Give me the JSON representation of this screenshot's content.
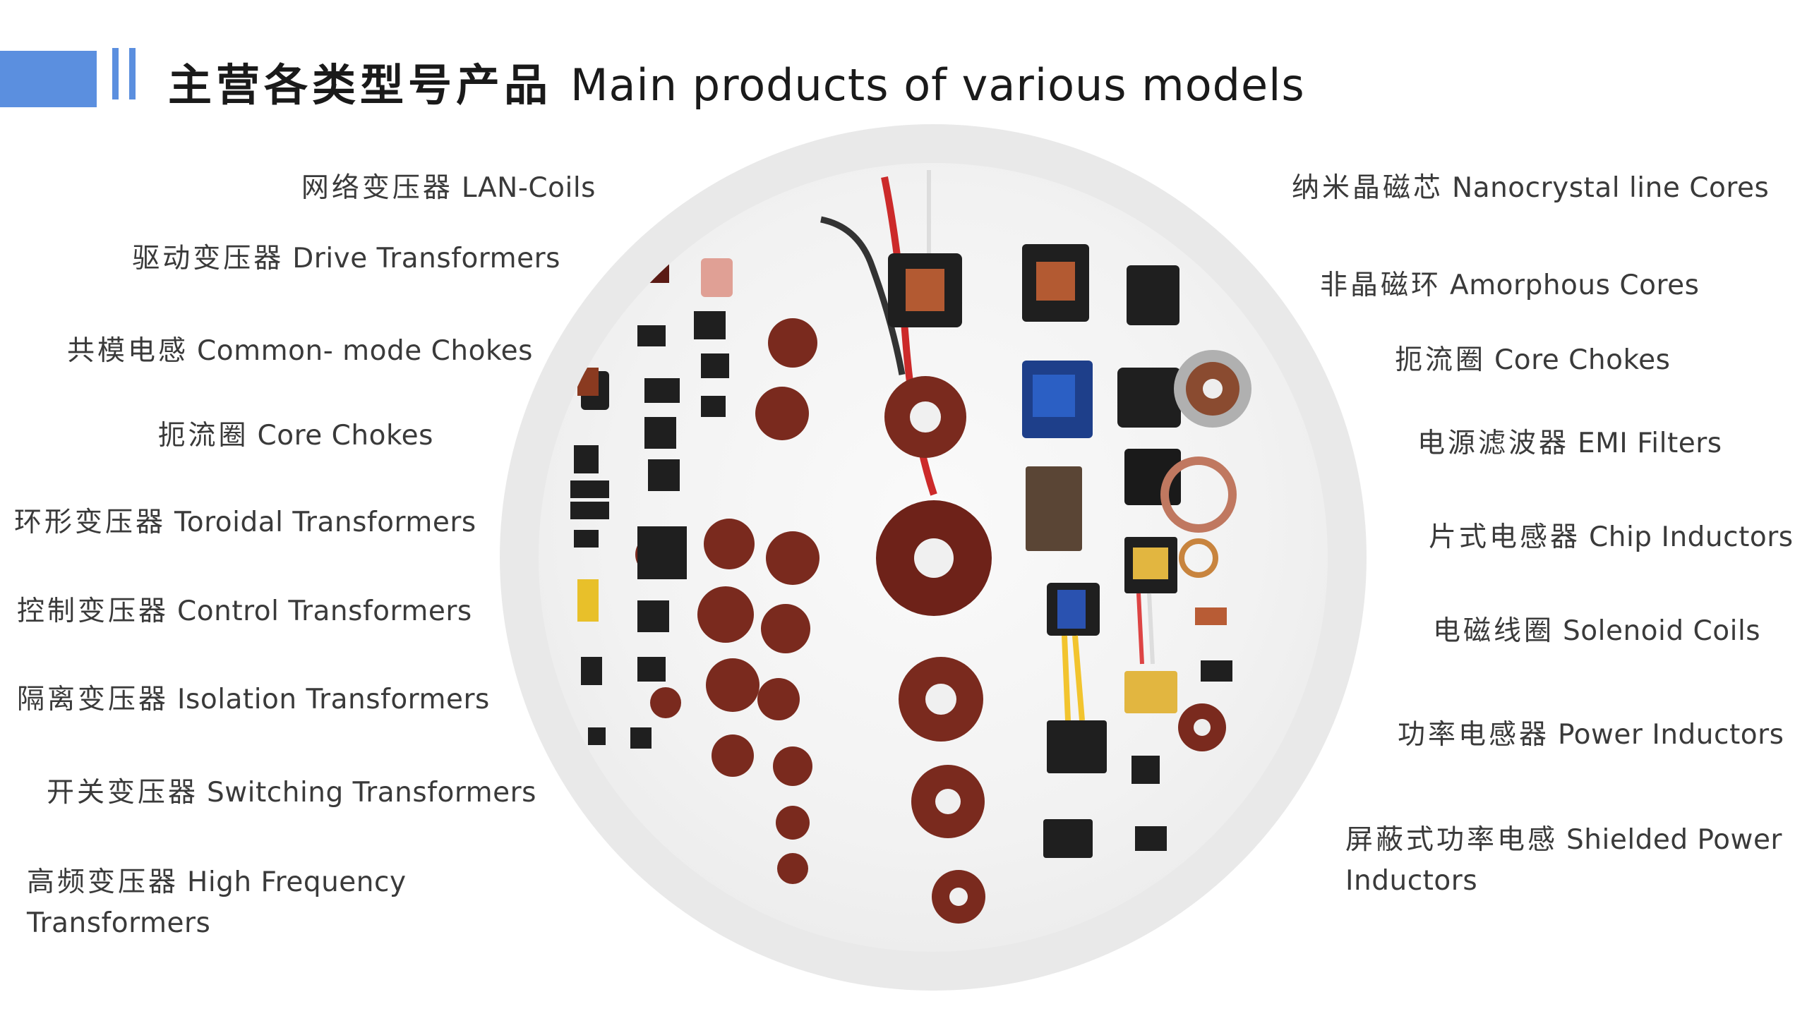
{
  "header": {
    "title_zh": "主营各类型号产品",
    "title_en": "Main products of various models"
  },
  "colors": {
    "accent": "#5b8fdf",
    "ring": "#e9e9e9",
    "text": "#3a3a3a"
  },
  "left_labels": [
    {
      "zh": "网络变压器",
      "en": "LAN-Coils"
    },
    {
      "zh": "驱动变压器",
      "en": "Drive Transformers"
    },
    {
      "zh": "共模电感",
      "en": "Common- mode Chokes"
    },
    {
      "zh": "扼流圈",
      "en": "Core Chokes"
    },
    {
      "zh": "环形变压器",
      "en": "Toroidal Transformers"
    },
    {
      "zh": "控制变压器",
      "en": "Control Transformers"
    },
    {
      "zh": "隔离变压器",
      "en": "Isolation Transformers"
    },
    {
      "zh": "开关变压器",
      "en": "Switching Transformers"
    },
    {
      "zh": "高频变压器",
      "en": "High Frequency",
      "en2": "Transformers"
    }
  ],
  "right_labels": [
    {
      "zh": "纳米晶磁芯",
      "en": "Nanocrystal line Cores"
    },
    {
      "zh": "非晶磁环",
      "en": "Amorphous Cores"
    },
    {
      "zh": "扼流圈",
      "en": "Core Chokes"
    },
    {
      "zh": "电源滤波器",
      "en": "EMI Filters"
    },
    {
      "zh": "片式电感器",
      "en": "Chip Inductors"
    },
    {
      "zh": "电磁线圈",
      "en": "Solenoid Coils"
    },
    {
      "zh": "功率电感器",
      "en": "Power Inductors"
    },
    {
      "zh": "屏蔽式功率电感",
      "en": "Shielded Power",
      "en2": "Inductors"
    }
  ],
  "photo": {
    "icon": "product-photo-icon"
  }
}
